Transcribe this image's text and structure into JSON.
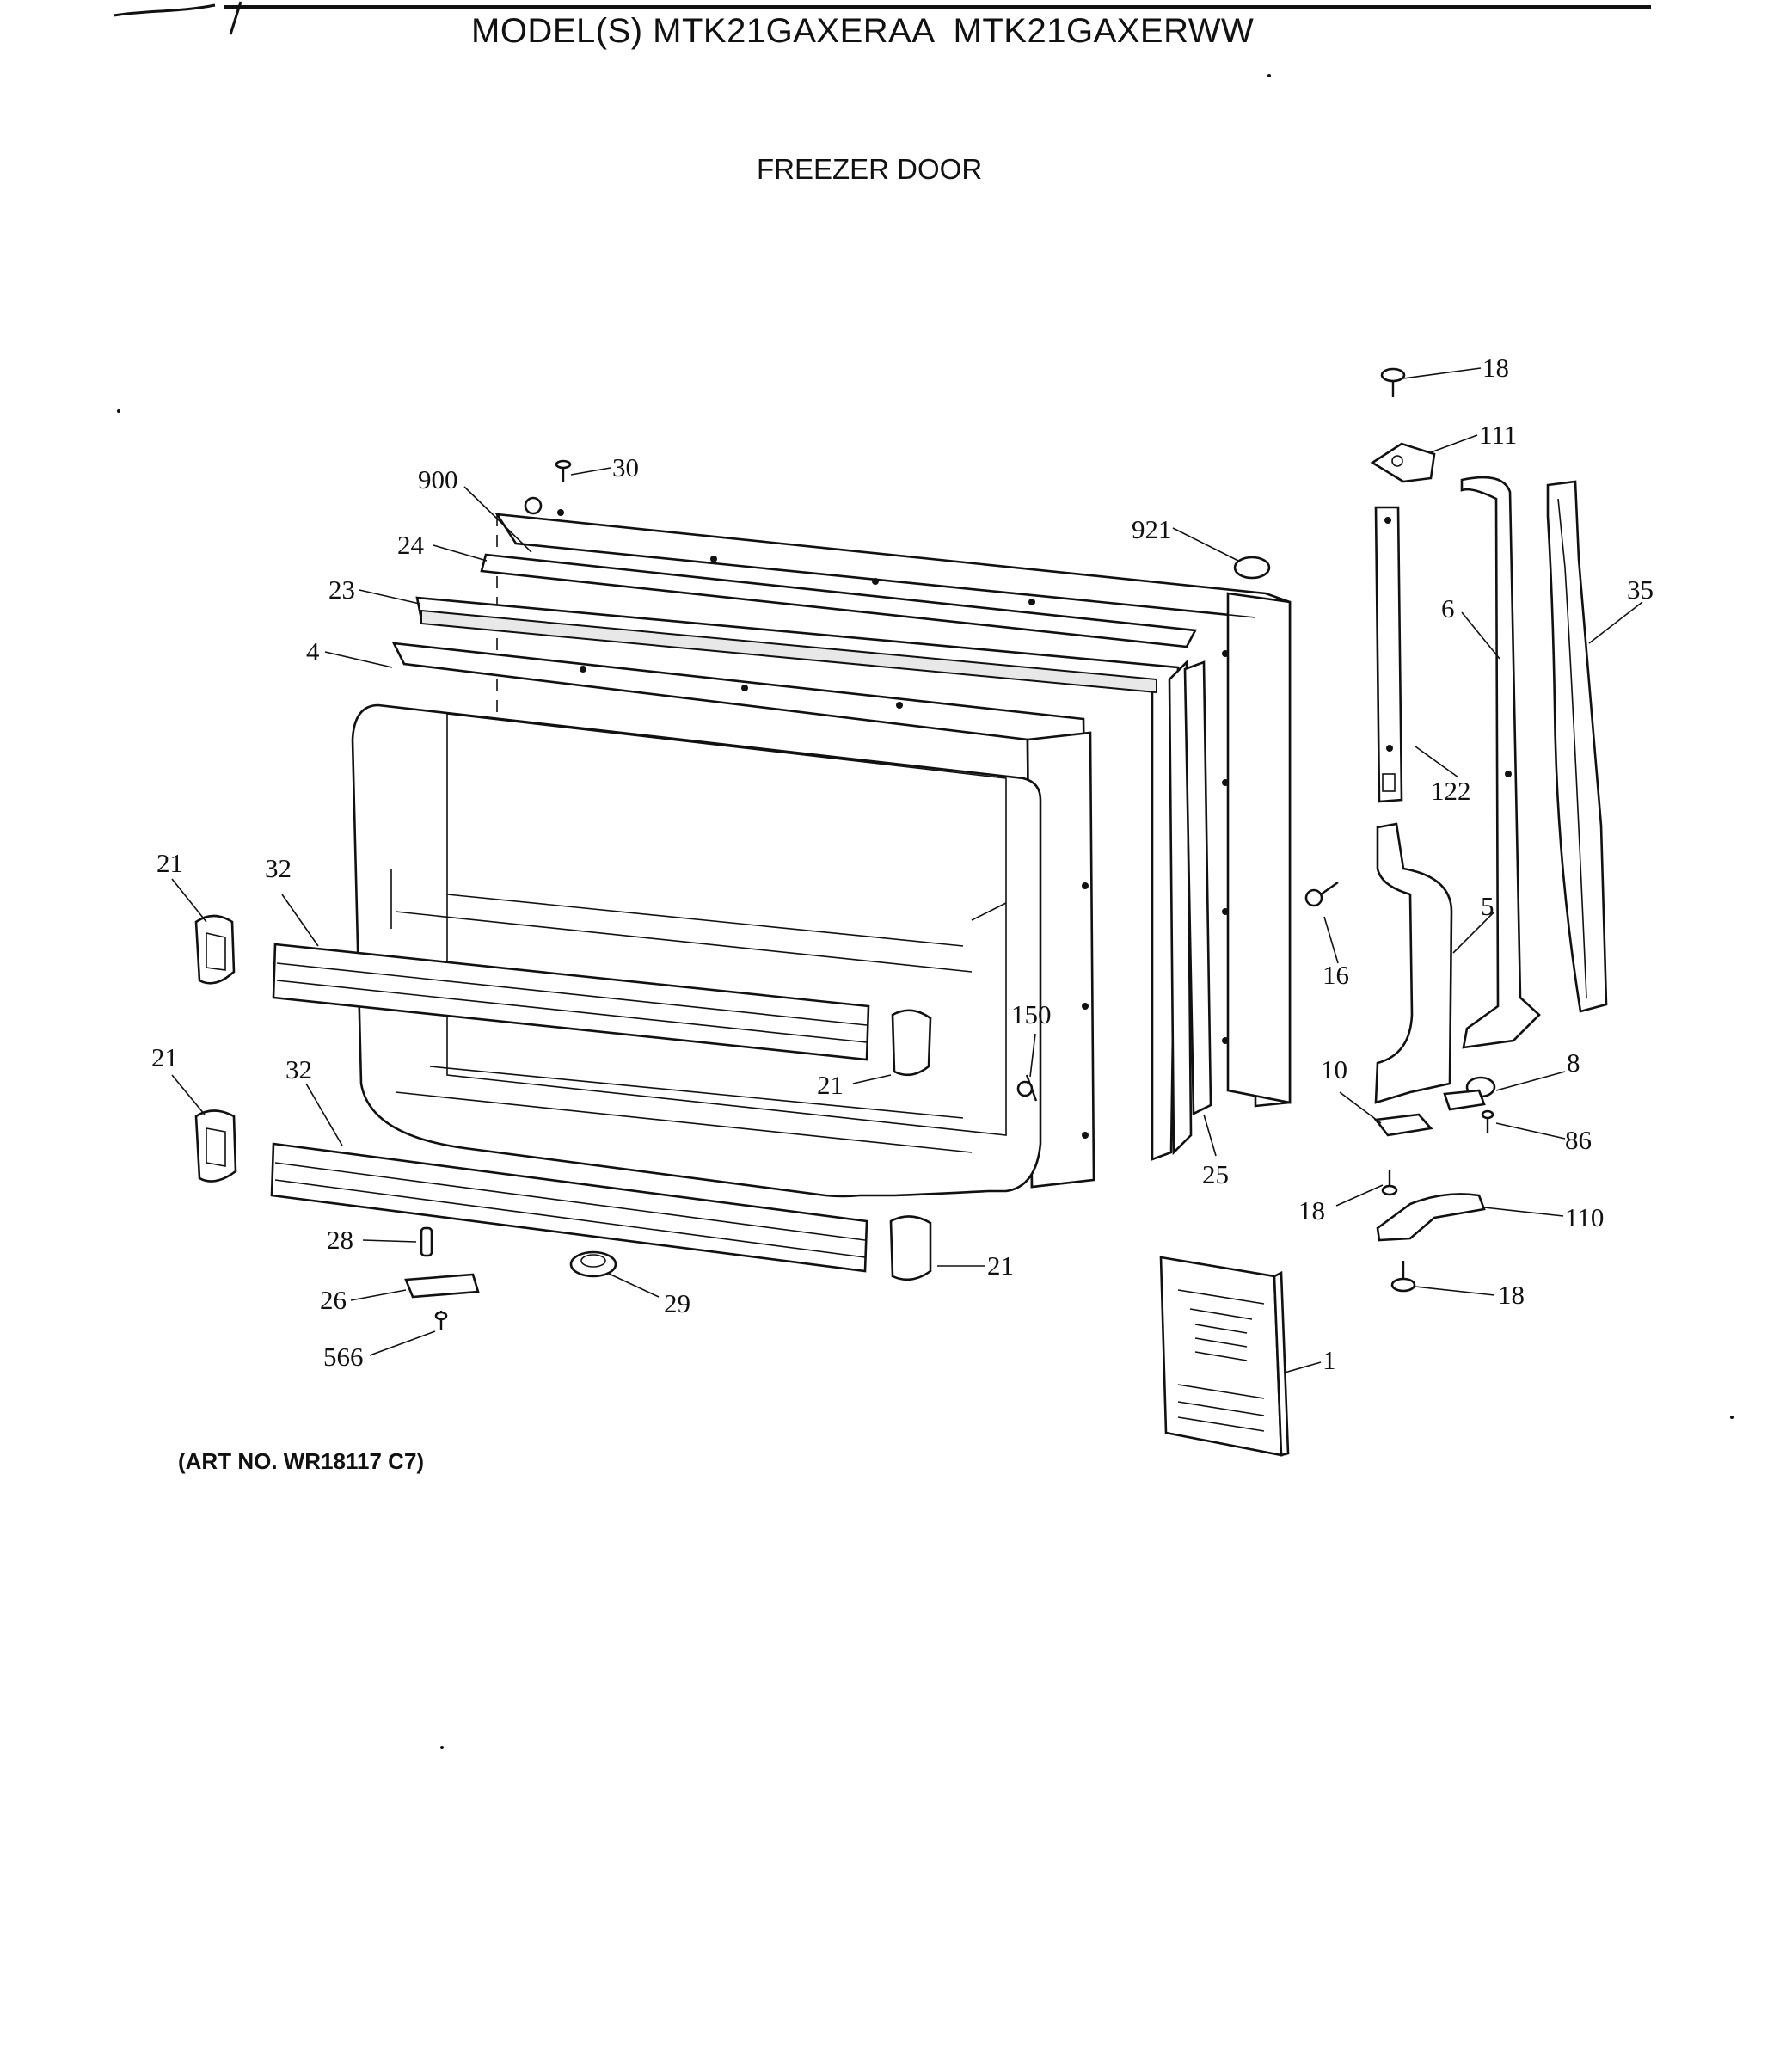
{
  "header": {
    "model_title": "MODEL(S) MTK21GAXERAA  MTK21GAXERWW",
    "section_title": "FREEZER DOOR"
  },
  "footer": {
    "art_number": "(ART NO. WR18117 C7)"
  },
  "callouts": [
    {
      "id": "c-18-top",
      "label": "18"
    },
    {
      "id": "c-111",
      "label": "111"
    },
    {
      "id": "c-30",
      "label": "30"
    },
    {
      "id": "c-900",
      "label": "900"
    },
    {
      "id": "c-921",
      "label": "921"
    },
    {
      "id": "c-24",
      "label": "24"
    },
    {
      "id": "c-23",
      "label": "23"
    },
    {
      "id": "c-35",
      "label": "35"
    },
    {
      "id": "c-6",
      "label": "6"
    },
    {
      "id": "c-4",
      "label": "4"
    },
    {
      "id": "c-122",
      "label": "122"
    },
    {
      "id": "c-21-a",
      "label": "21"
    },
    {
      "id": "c-32-a",
      "label": "32"
    },
    {
      "id": "c-5",
      "label": "5"
    },
    {
      "id": "c-16",
      "label": "16"
    },
    {
      "id": "c-150",
      "label": "150"
    },
    {
      "id": "c-21-b",
      "label": "21"
    },
    {
      "id": "c-32-b",
      "label": "32"
    },
    {
      "id": "c-8",
      "label": "8"
    },
    {
      "id": "c-21-c",
      "label": "21"
    },
    {
      "id": "c-10",
      "label": "10"
    },
    {
      "id": "c-86",
      "label": "86"
    },
    {
      "id": "c-25",
      "label": "25"
    },
    {
      "id": "c-18-mid",
      "label": "18"
    },
    {
      "id": "c-110",
      "label": "110"
    },
    {
      "id": "c-28",
      "label": "28"
    },
    {
      "id": "c-21-d",
      "label": "21"
    },
    {
      "id": "c-26",
      "label": "26"
    },
    {
      "id": "c-29",
      "label": "29"
    },
    {
      "id": "c-18-bot",
      "label": "18"
    },
    {
      "id": "c-566",
      "label": "566"
    },
    {
      "id": "c-1",
      "label": "1"
    }
  ]
}
